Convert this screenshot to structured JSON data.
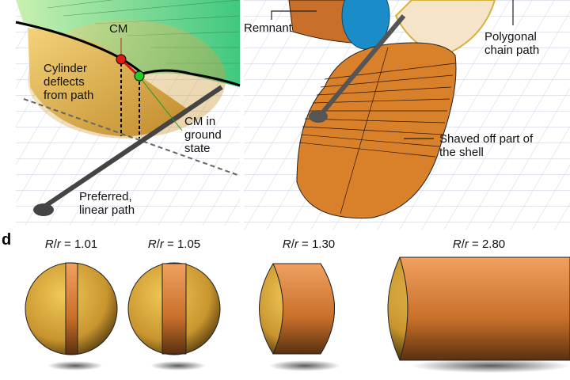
{
  "panel_c_left": {
    "labels": {
      "cm": "CM",
      "deflects": "Cylinder deflects from path",
      "cm_ground": "CM in ground state",
      "preferred": "Preferred, linear path"
    },
    "colors": {
      "cm_dot": "#e01818",
      "ground_dot": "#22cc22",
      "shell": "#e0a848",
      "cylinder": "#7fdc9a"
    }
  },
  "panel_c_right": {
    "labels": {
      "remnant": "Remnant",
      "polygonal": "Polygonal chain path",
      "shaved": "Shaved off part of the shell"
    },
    "colors": {
      "shell": "#d9802a",
      "core": "#1a8cc8"
    }
  },
  "panel_d": {
    "label": "d",
    "ratio_symbol_R": "R",
    "ratio_symbol_r": "r",
    "items": [
      {
        "value": "= 1.01"
      },
      {
        "value": "= 1.05"
      },
      {
        "value": "= 1.30"
      },
      {
        "value": "= 2.80"
      }
    ]
  }
}
